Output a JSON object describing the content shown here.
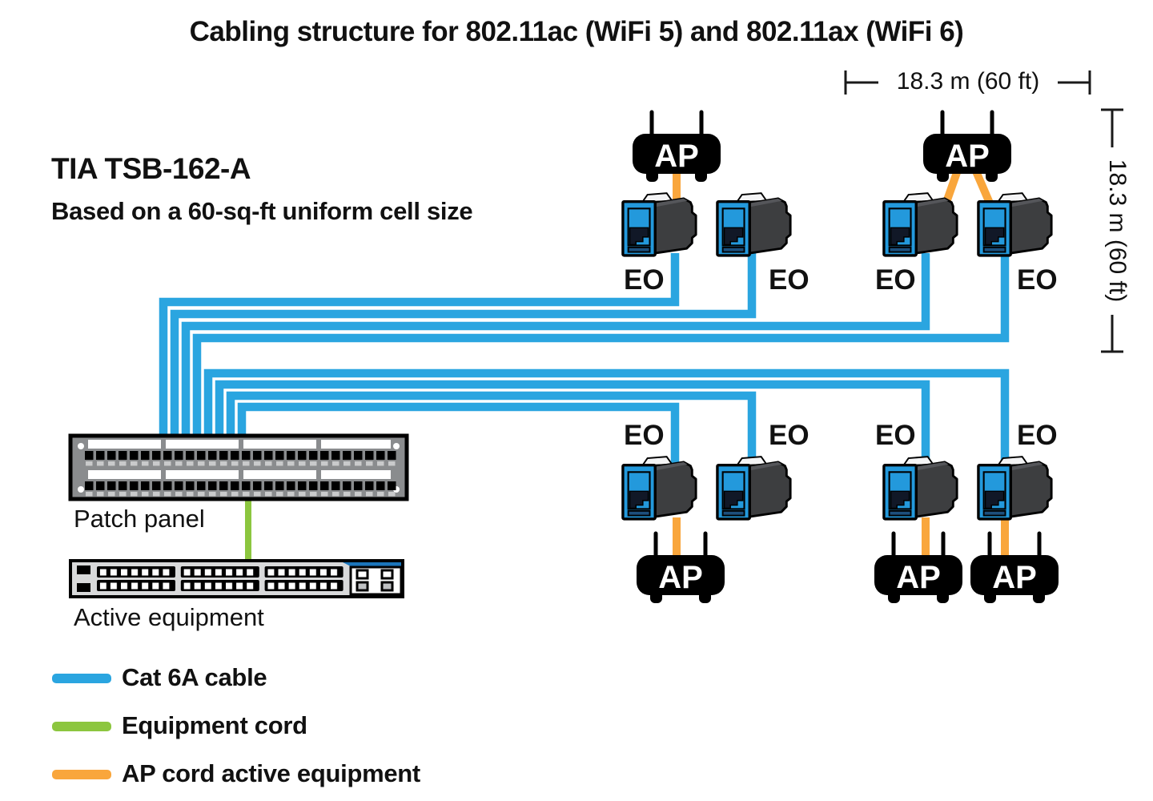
{
  "title": "Cabling structure for 802.11ac (WiFi 5) and 802.11ax (WiFi 6)",
  "spec": {
    "name": "TIA TSB-162-A",
    "description": "Based on a 60-sq-ft uniform cell size"
  },
  "dimensions": {
    "horizontal_width": "18.3 m (60 ft)",
    "vertical_height": "18.3 m (60 ft)"
  },
  "ap_label": "AP",
  "aps": [
    {
      "id": "ap-top-left"
    },
    {
      "id": "ap-top-right"
    },
    {
      "id": "ap-bottom-left"
    },
    {
      "id": "ap-bottom-middle"
    },
    {
      "id": "ap-bottom-right"
    }
  ],
  "outlets": [
    {
      "id": "eo-top-1",
      "label": "EO"
    },
    {
      "id": "eo-top-2",
      "label": "EO"
    },
    {
      "id": "eo-top-3",
      "label": "EO"
    },
    {
      "id": "eo-top-4",
      "label": "EO"
    },
    {
      "id": "eo-bottom-1",
      "label": "EO"
    },
    {
      "id": "eo-bottom-2",
      "label": "EO"
    },
    {
      "id": "eo-bottom-3",
      "label": "EO"
    },
    {
      "id": "eo-bottom-4",
      "label": "EO"
    }
  ],
  "equipment": {
    "patch_panel_label": "Patch panel",
    "active_equipment_label": "Active equipment"
  },
  "legend": [
    {
      "label": "Cat 6A cable",
      "color": "#2AA5E0"
    },
    {
      "label": "Equipment cord",
      "color": "#8CC63F"
    },
    {
      "label": "AP cord active equipment",
      "color": "#F9A63C"
    }
  ],
  "colors": {
    "cat6a_cable": "#2AA5E0",
    "equipment_cord": "#8CC63F",
    "ap_cord": "#F9A63C",
    "switch_accent": "#1B75BB",
    "panel_gray": "#8A8C8E"
  }
}
